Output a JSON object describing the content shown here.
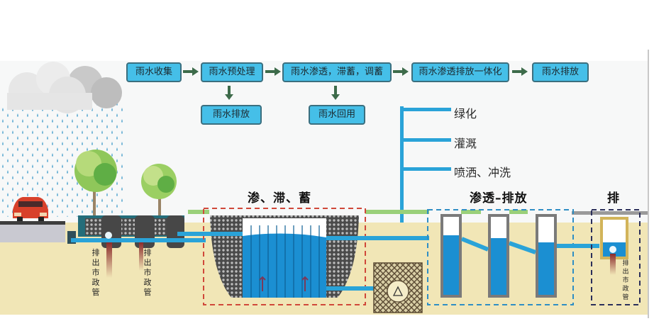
{
  "flow": {
    "steps": [
      {
        "label": "雨水收集"
      },
      {
        "label": "雨水预处理"
      },
      {
        "label": "雨水渗透，滞蓄，调蓄"
      },
      {
        "label": "雨水渗透排放一体化"
      },
      {
        "label": "雨水排放"
      }
    ],
    "branches": [
      {
        "label": "雨水排放",
        "from": "雨水预处理"
      },
      {
        "label": "雨水回用",
        "from": "雨水渗透，滞蓄，调蓄"
      }
    ],
    "arrow_icon": "right-arrow-icon"
  },
  "reuse": {
    "items": [
      {
        "label": "绿化"
      },
      {
        "label": "灌溉"
      },
      {
        "label": "喷洒、冲洗"
      }
    ]
  },
  "sections": {
    "storage": "渗、滞、蓄",
    "infiltration": "渗透–排放",
    "discharge": "排"
  },
  "pipe_labels": {
    "left_1": "排出市政管",
    "left_2": "排出市政管",
    "right": "排出市政管"
  },
  "colors": {
    "flow_box": "#45bfe8",
    "flow_border": "#3b6f7f",
    "arrow": "#3d6b4a",
    "water": "#1b8fd2",
    "pipe": "#2aa3d8",
    "soil": "#f1e6b6",
    "storage_border": "#d0483a",
    "infiltration_border": "#2f8ec4",
    "discharge_border": "#2b2f5a"
  }
}
